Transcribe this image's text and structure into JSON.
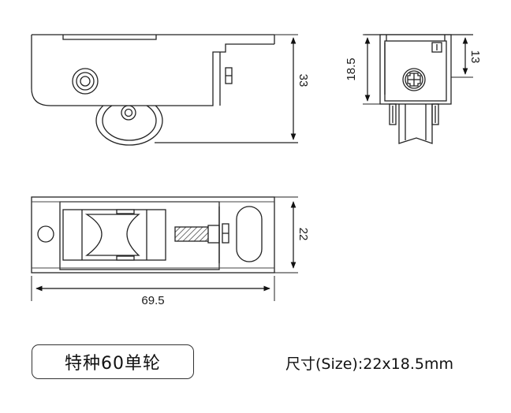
{
  "dimensions": {
    "side_height": "33",
    "front_height": "18.5",
    "front_upper": "13",
    "top_width": "22",
    "top_length": "69.5"
  },
  "product": {
    "name": "特种60单轮"
  },
  "spec": {
    "size": "尺寸(Size):22x18.5mm"
  }
}
